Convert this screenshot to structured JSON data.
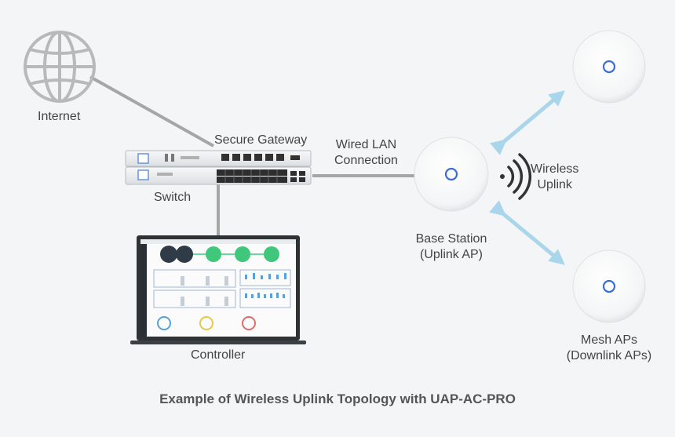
{
  "labels": {
    "internet": "Internet",
    "secure_gateway": "Secure Gateway",
    "switch": "Switch",
    "wired_lan_line1": "Wired LAN",
    "wired_lan_line2": "Connection",
    "wireless_line1": "Wireless",
    "wireless_line2": "Uplink",
    "base_station_line1": "Base Station",
    "base_station_line2": "(Uplink AP)",
    "mesh_line1": "Mesh APs",
    "mesh_line2": "(Downlink APs)",
    "controller": "Controller"
  },
  "caption": "Example of Wireless Uplink Topology with UAP-AC-PRO",
  "icons": {
    "internet": "globe-icon",
    "gateway": "gateway-device-icon",
    "switch": "switch-device-icon",
    "controller": "laptop-dashboard-icon",
    "base_station": "access-point-icon",
    "mesh_ap": "access-point-icon",
    "wireless": "wireless-signal-icon"
  },
  "colors": {
    "link_line": "#a6a6a6",
    "wireless_arrow": "#a9d6ea",
    "ap_ring": "#3a6dd8",
    "background": "#f4f5f6"
  }
}
